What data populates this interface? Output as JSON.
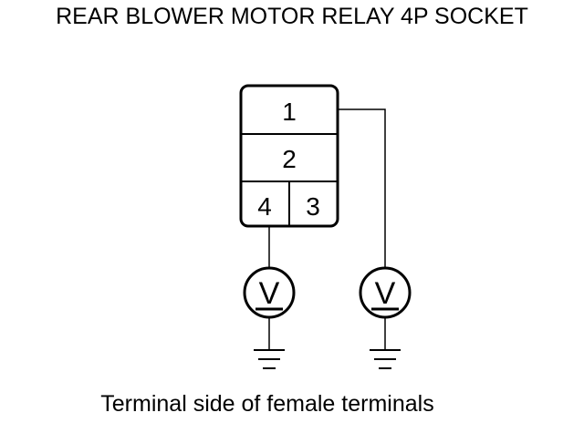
{
  "title": "REAR BLOWER MOTOR RELAY 4P SOCKET",
  "caption": "Terminal side of female terminals",
  "connector": {
    "pins": [
      "1",
      "2",
      "4",
      "3"
    ]
  },
  "meters": [
    {
      "symbol": "V",
      "icon": "voltmeter-icon"
    },
    {
      "symbol": "V",
      "icon": "voltmeter-icon"
    }
  ],
  "grounds": [
    "ground-icon",
    "ground-icon"
  ]
}
